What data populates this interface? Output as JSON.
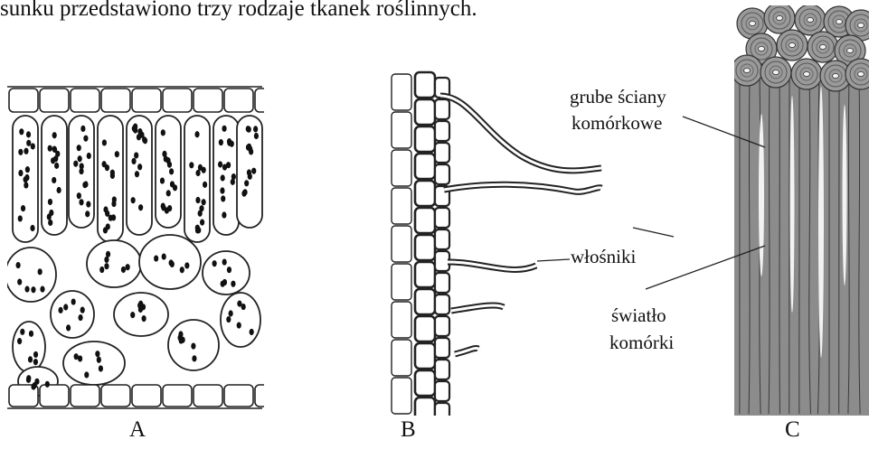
{
  "caption": "sunku przedstawiono trzy rodzaje tkanek roślinnych.",
  "panels": [
    {
      "letter": "A"
    },
    {
      "letter": "B",
      "labels": {
        "hairs": "włośniki"
      }
    },
    {
      "letter": "C",
      "labels": {
        "walls_line1": "grube ściany",
        "walls_line2": "komórkowe",
        "lumen_line1": "światło",
        "lumen_line2": "komórki"
      }
    }
  ]
}
